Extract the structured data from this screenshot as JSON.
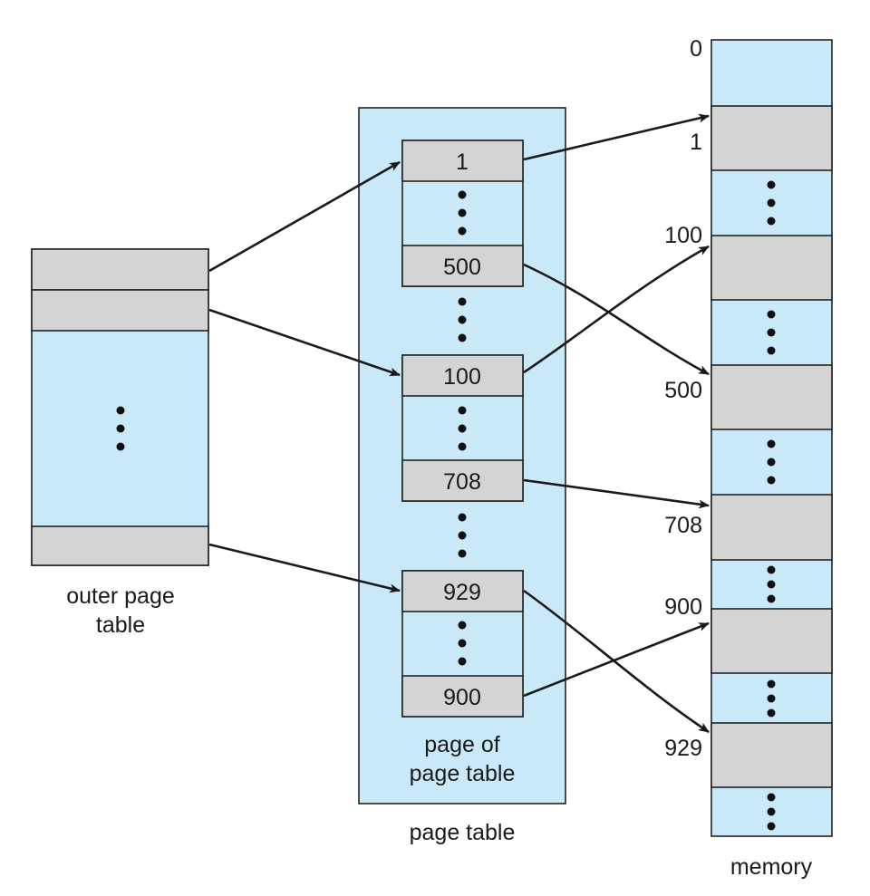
{
  "labels": {
    "outer_page_table_line1": "outer page",
    "outer_page_table_line2": "table",
    "page_of_page_table_line1": "page of",
    "page_of_page_table_line2": "page table",
    "page_table": "page table",
    "memory": "memory"
  },
  "page_table_entries": {
    "group1_top": "1",
    "group1_bottom": "500",
    "group2_top": "100",
    "group2_bottom": "708",
    "group3_top": "929",
    "group3_bottom": "900"
  },
  "memory_addresses": [
    "0",
    "1",
    "100",
    "500",
    "708",
    "900",
    "929"
  ],
  "colors": {
    "light_blue": "#c9e9f8",
    "gray": "#d4d4d4",
    "stroke": "#222222"
  }
}
